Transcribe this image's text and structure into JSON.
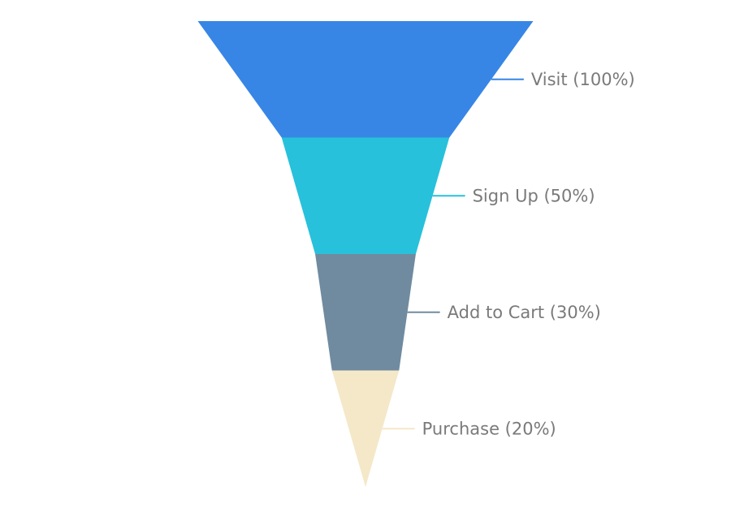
{
  "chart_data": {
    "type": "funnel",
    "categories": [
      "Visit",
      "Sign Up",
      "Add to Cart",
      "Purchase"
    ],
    "values": [
      100,
      50,
      30,
      20
    ],
    "labels": [
      "Visit (100%)",
      "Sign Up (50%)",
      "Add to Cart (30%)",
      "Purchase (20%)"
    ],
    "colors": [
      "#3786e5",
      "#27c1db",
      "#708ba0",
      "#f5e8c8"
    ],
    "sort": "descending",
    "legend": "none",
    "grid": false
  }
}
